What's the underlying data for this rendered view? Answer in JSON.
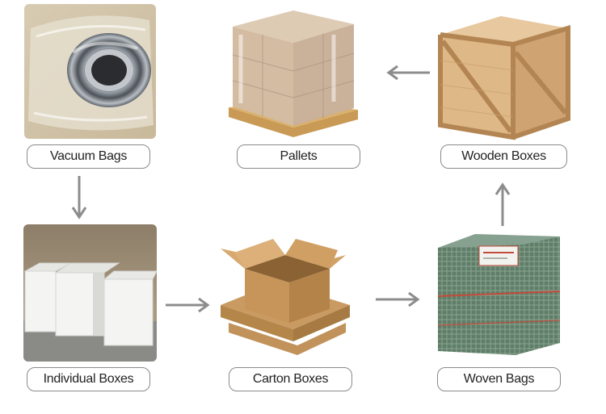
{
  "steps": [
    {
      "id": "vacuum",
      "label": "Vacuum Bags"
    },
    {
      "id": "pallets",
      "label": "Pallets"
    },
    {
      "id": "wooden",
      "label": "Wooden Boxes"
    },
    {
      "id": "individual",
      "label": "Individual Boxes"
    },
    {
      "id": "carton",
      "label": "Carton Boxes"
    },
    {
      "id": "woven",
      "label": "Woven Bags"
    }
  ],
  "arrow_color": "#8c8c8c"
}
